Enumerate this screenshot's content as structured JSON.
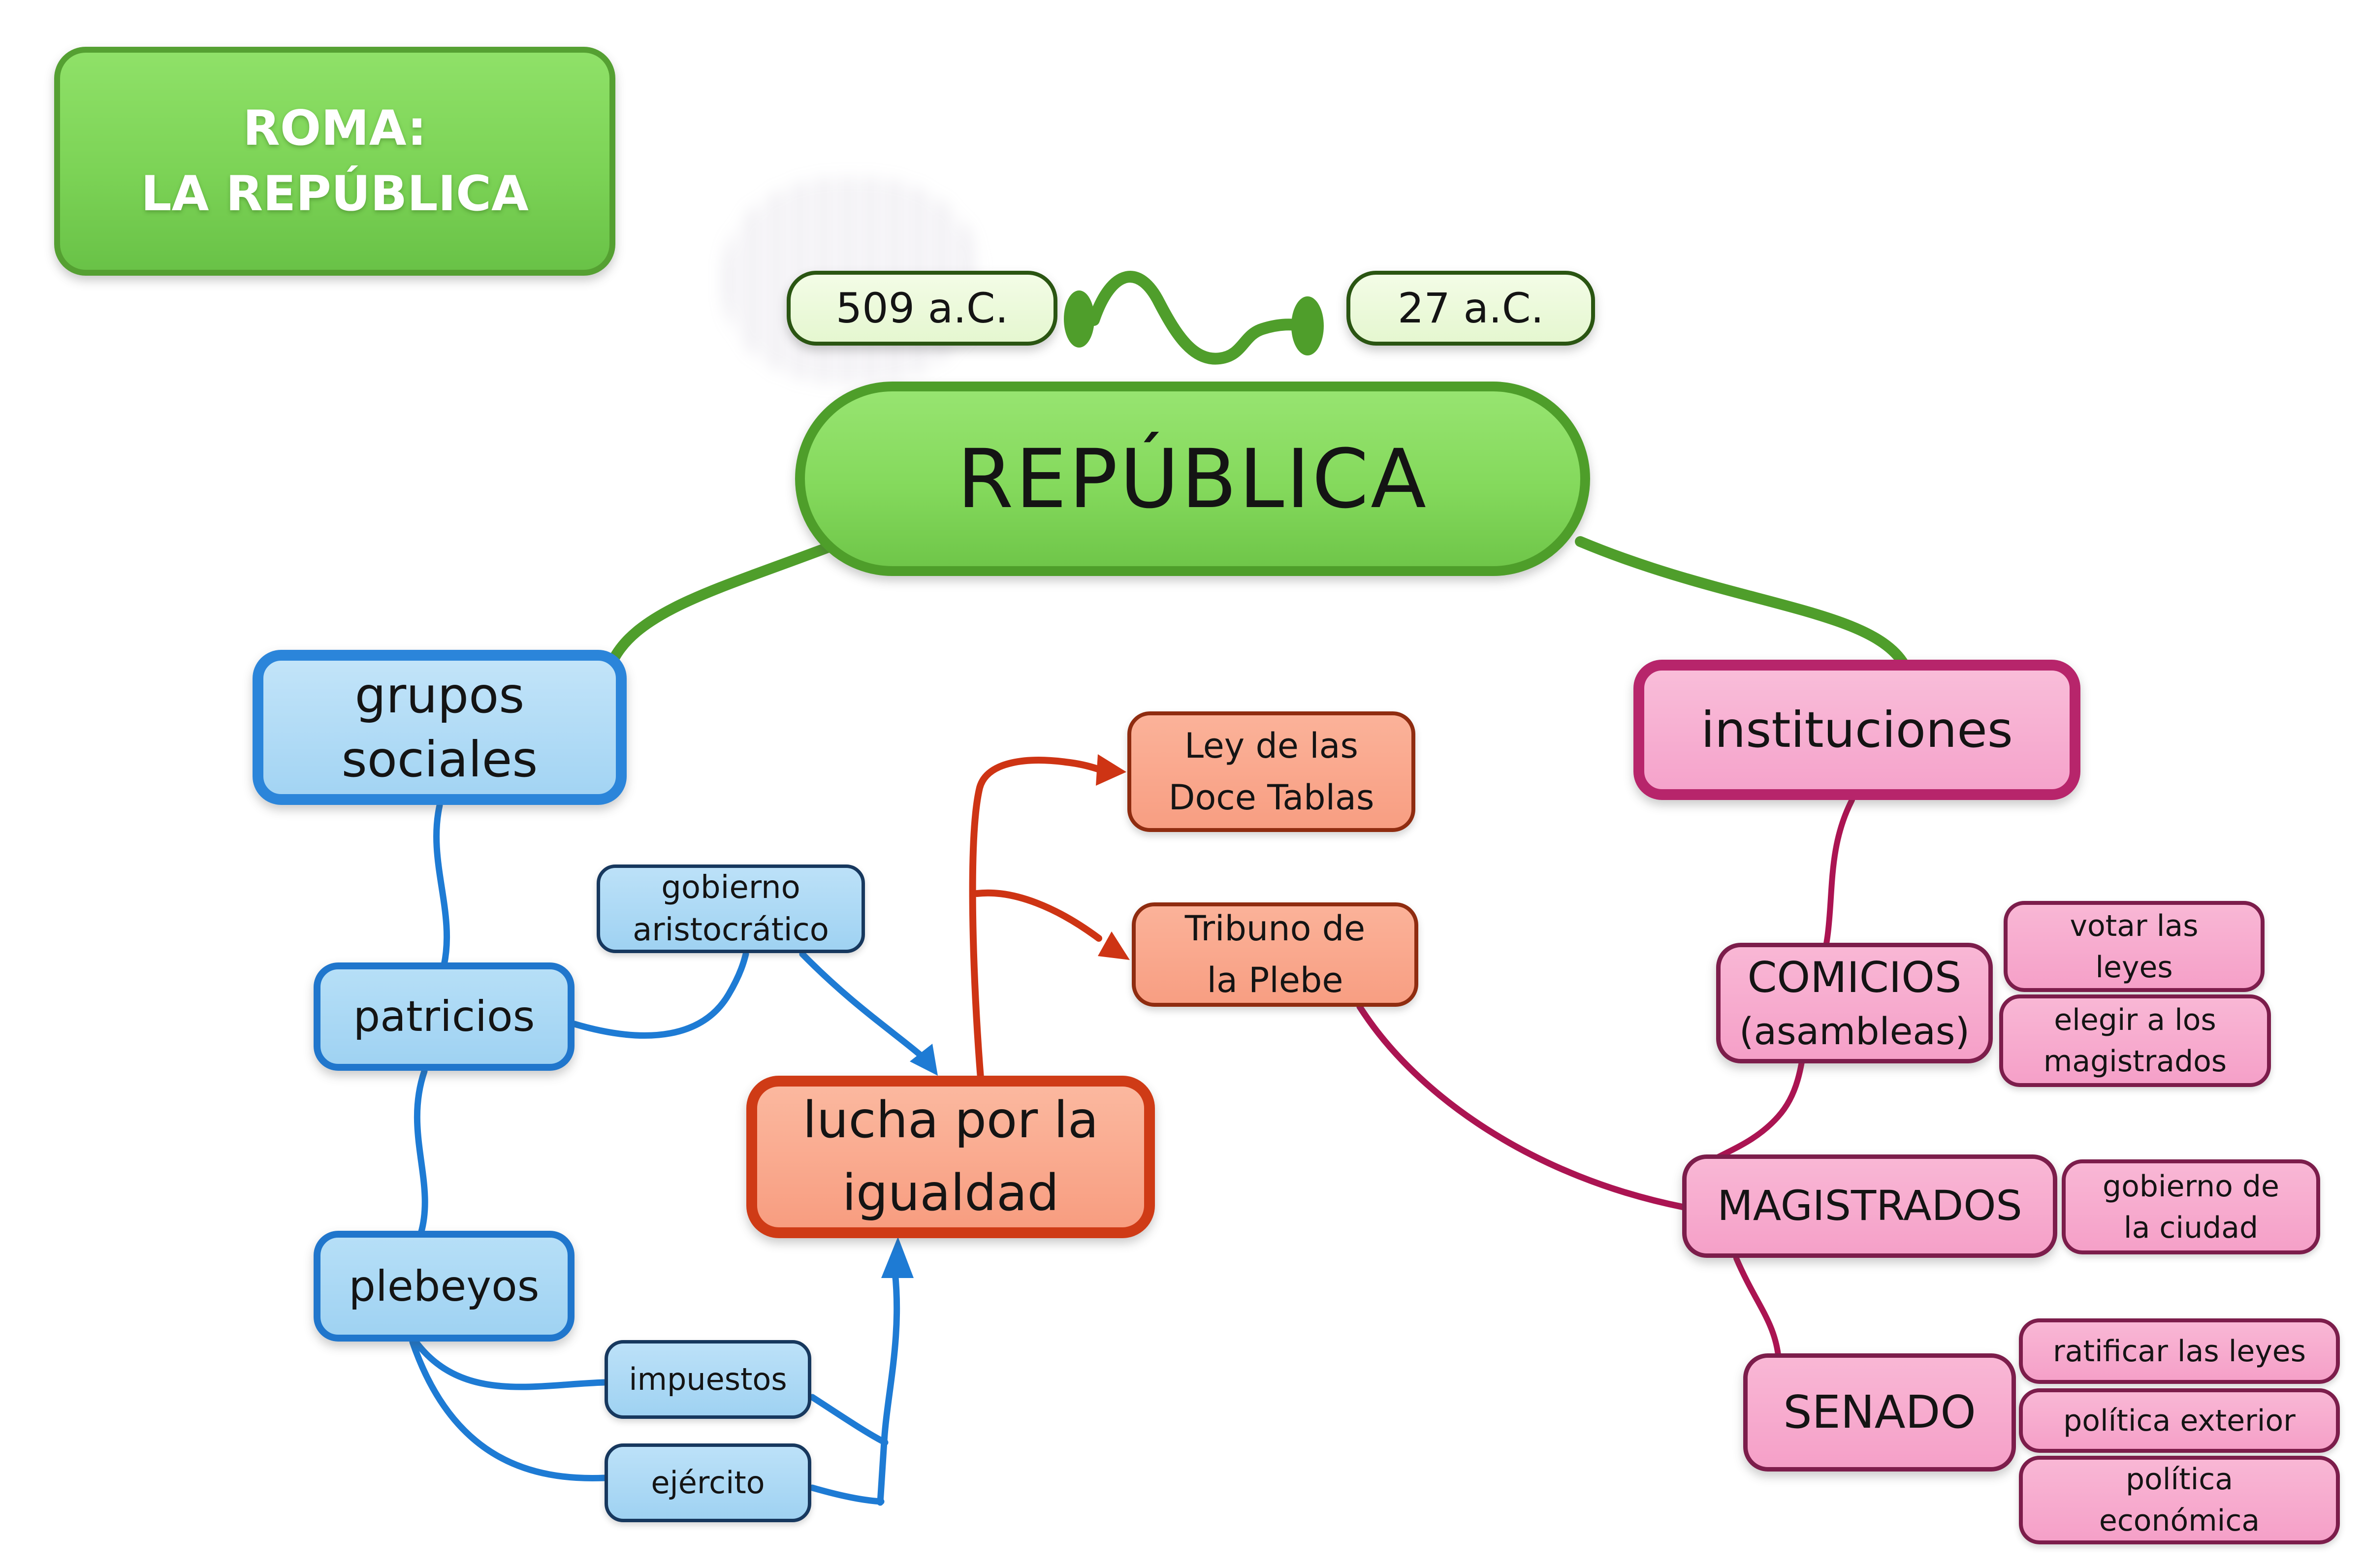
{
  "map_title_box": {
    "line1": "ROMA:",
    "line2": "LA REPÚBLICA"
  },
  "timeline": {
    "start_label": "509 a.C.",
    "end_label": "27 a.C."
  },
  "root": {
    "label": "REPÚBLICA"
  },
  "nodes": {
    "grupos_sociales": {
      "lines": [
        "grupos",
        "sociales"
      ]
    },
    "gobierno_aristocratico": {
      "lines": [
        "gobierno",
        "aristocrático"
      ]
    },
    "patricios": {
      "lines": [
        "patricios"
      ]
    },
    "plebeyos": {
      "lines": [
        "plebeyos"
      ]
    },
    "impuestos": {
      "lines": [
        "impuestos"
      ]
    },
    "ejercito": {
      "lines": [
        "ejército"
      ]
    },
    "lucha_por_la_igualdad": {
      "lines": [
        "lucha por la",
        "igualdad"
      ]
    },
    "ley_doce_tablas": {
      "lines": [
        "Ley de las",
        "Doce Tablas"
      ]
    },
    "tribuno_plebe": {
      "lines": [
        "Tribuno de",
        "la Plebe"
      ]
    },
    "instituciones": {
      "lines": [
        "instituciones"
      ]
    },
    "comicios": {
      "lines": [
        "COMICIOS",
        "(asambleas)"
      ]
    },
    "votar_leyes": {
      "lines": [
        "votar las",
        "leyes"
      ]
    },
    "elegir_magistrados": {
      "lines": [
        "elegir a los",
        "magistrados"
      ]
    },
    "magistrados": {
      "lines": [
        "MAGISTRADOS"
      ]
    },
    "gobierno_ciudad": {
      "lines": [
        "gobierno de",
        "la ciudad"
      ]
    },
    "senado": {
      "lines": [
        "SENADO"
      ]
    },
    "ratificar_leyes": {
      "lines": [
        "ratificar las leyes"
      ]
    },
    "politica_exterior": {
      "lines": [
        "política exterior"
      ]
    },
    "politica_economica": {
      "lines": [
        "política",
        "económica"
      ]
    }
  },
  "colors": {
    "green_fill": "#7cd356",
    "green_border": "#4e9e2a",
    "pale_green_fill": "#ecf9d9",
    "blue_fill": "#a3d4f3",
    "blue_border": "#2b85da",
    "blue_edge": "#1e7bd4",
    "orange_fill": "#f89d80",
    "orange_border": "#cf3b16",
    "red_edge": "#ce3414",
    "pink_fill": "#f5a3cb",
    "pink_border": "#b7256b",
    "crimson_edge": "#ab1452",
    "text": "#141414",
    "title_text": "#ffffff"
  }
}
